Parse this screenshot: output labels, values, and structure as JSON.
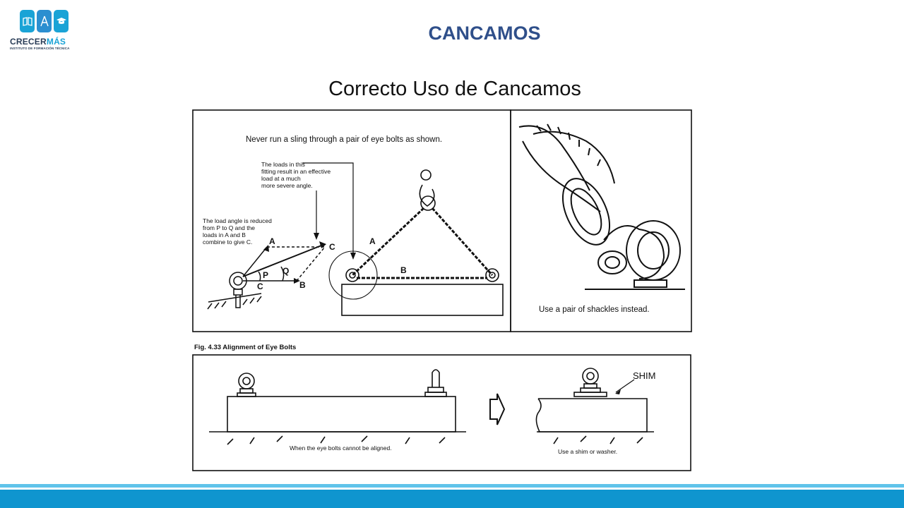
{
  "logo": {
    "brand_main": "CRECER",
    "brand_accent": "MÁS",
    "tagline": "INSTITUTO DE FORMACIÓN TÉCNICA"
  },
  "header": {
    "title": "CANCAMOS",
    "subtitle": "Correcto Uso de Cancamos"
  },
  "figure": {
    "top_left": {
      "caption": "Never run a sling through a pair of eye bolts as shown.",
      "note1": [
        "The loads in this",
        "fitting result in an effective",
        "load at a much",
        "more severe angle."
      ],
      "note2": [
        "The load angle is reduced",
        "from P to Q and the",
        "loads in A and B",
        "combine to give C."
      ],
      "labels": {
        "a": "A",
        "b": "B",
        "c": "C",
        "p": "P",
        "q": "Q"
      }
    },
    "top_right": {
      "caption": "Use a pair of shackles instead."
    },
    "fig_label": "Fig. 4.33   Alignment of Eye Bolts",
    "bottom": {
      "left_caption": "When the eye bolts cannot be aligned.",
      "right_caption": "Use a shim or washer.",
      "shim_label": "SHIM"
    }
  },
  "colors": {
    "title": "#2f4f8a",
    "stripe_light": "#5fc3ea",
    "stripe_dark": "#0f95cf",
    "logo_blue": "#1aa3d6"
  }
}
